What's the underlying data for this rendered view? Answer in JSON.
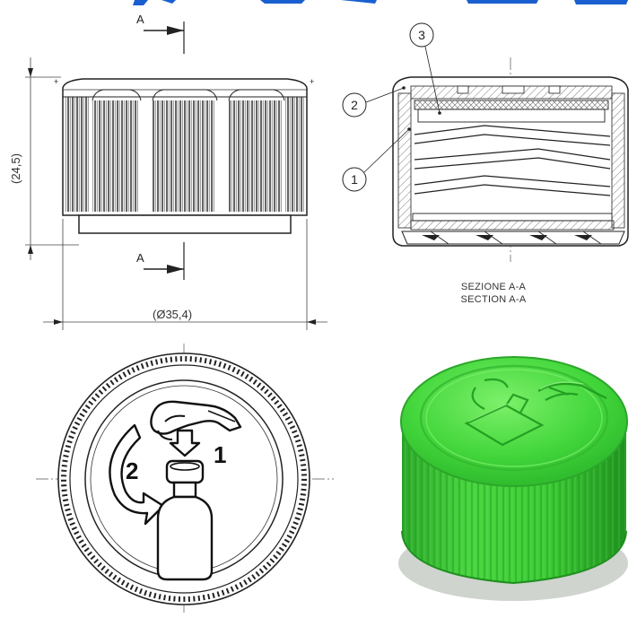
{
  "section_marker": "A",
  "dimensions": {
    "height": "(24,5)",
    "diameter": "(Ø35,4)"
  },
  "callouts": [
    "1",
    "2",
    "3"
  ],
  "section_caption": {
    "it": "SEZIONE A-A",
    "en": "SECTION A-A"
  },
  "instruction_steps": [
    "1",
    "2"
  ],
  "colors": {
    "line": "#222222",
    "thin_line": "#444444",
    "hatch": "#555555",
    "cap_green": "#3fd43a",
    "cap_green_dark": "#22a322",
    "cap_green_light": "#6ce85e",
    "header_blue": "#1a5fd0"
  },
  "icons": [
    "hand-press-icon",
    "down-arrow-icon",
    "rotate-arrow-icon",
    "vial-icon"
  ]
}
